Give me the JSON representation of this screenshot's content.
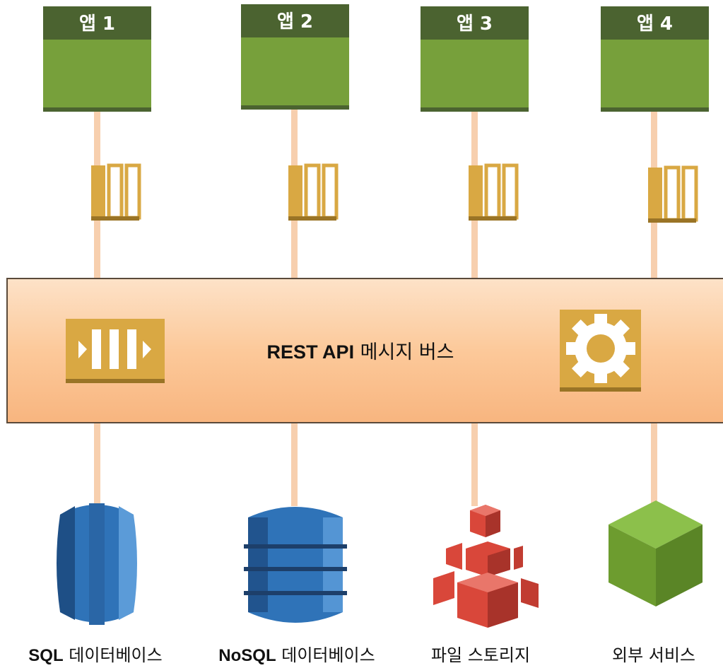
{
  "apps": [
    {
      "label": "앱 1"
    },
    {
      "label": "앱 2"
    },
    {
      "label": "앱 3"
    },
    {
      "label": "앱 4"
    }
  ],
  "bus": {
    "title_bold": "REST API",
    "title_rest": " 메시지 버스",
    "queue_icon": "message-queue-icon",
    "gear_icon": "gear-icon"
  },
  "stores": [
    {
      "label_bold": "SQL",
      "label_rest": " 데이터베이스",
      "icon": "sql-database-icon"
    },
    {
      "label_bold": "NoSQL",
      "label_rest": " 데이터베이스",
      "icon": "nosql-database-icon"
    },
    {
      "label_bold": "",
      "label_rest": "파일 스토리지",
      "icon": "file-storage-icon"
    },
    {
      "label_bold": "",
      "label_rest": "외부 서비스",
      "icon": "external-service-icon"
    }
  ],
  "colors": {
    "app_header": "#4b6330",
    "app_body": "#77a03b",
    "connector": "#f7cfae",
    "queue": "#d9a843",
    "bus_fill": "#fcc99a",
    "db_blue": "#2f73b8",
    "storage_red": "#d9473a",
    "service_green": "#6d9c2f"
  }
}
